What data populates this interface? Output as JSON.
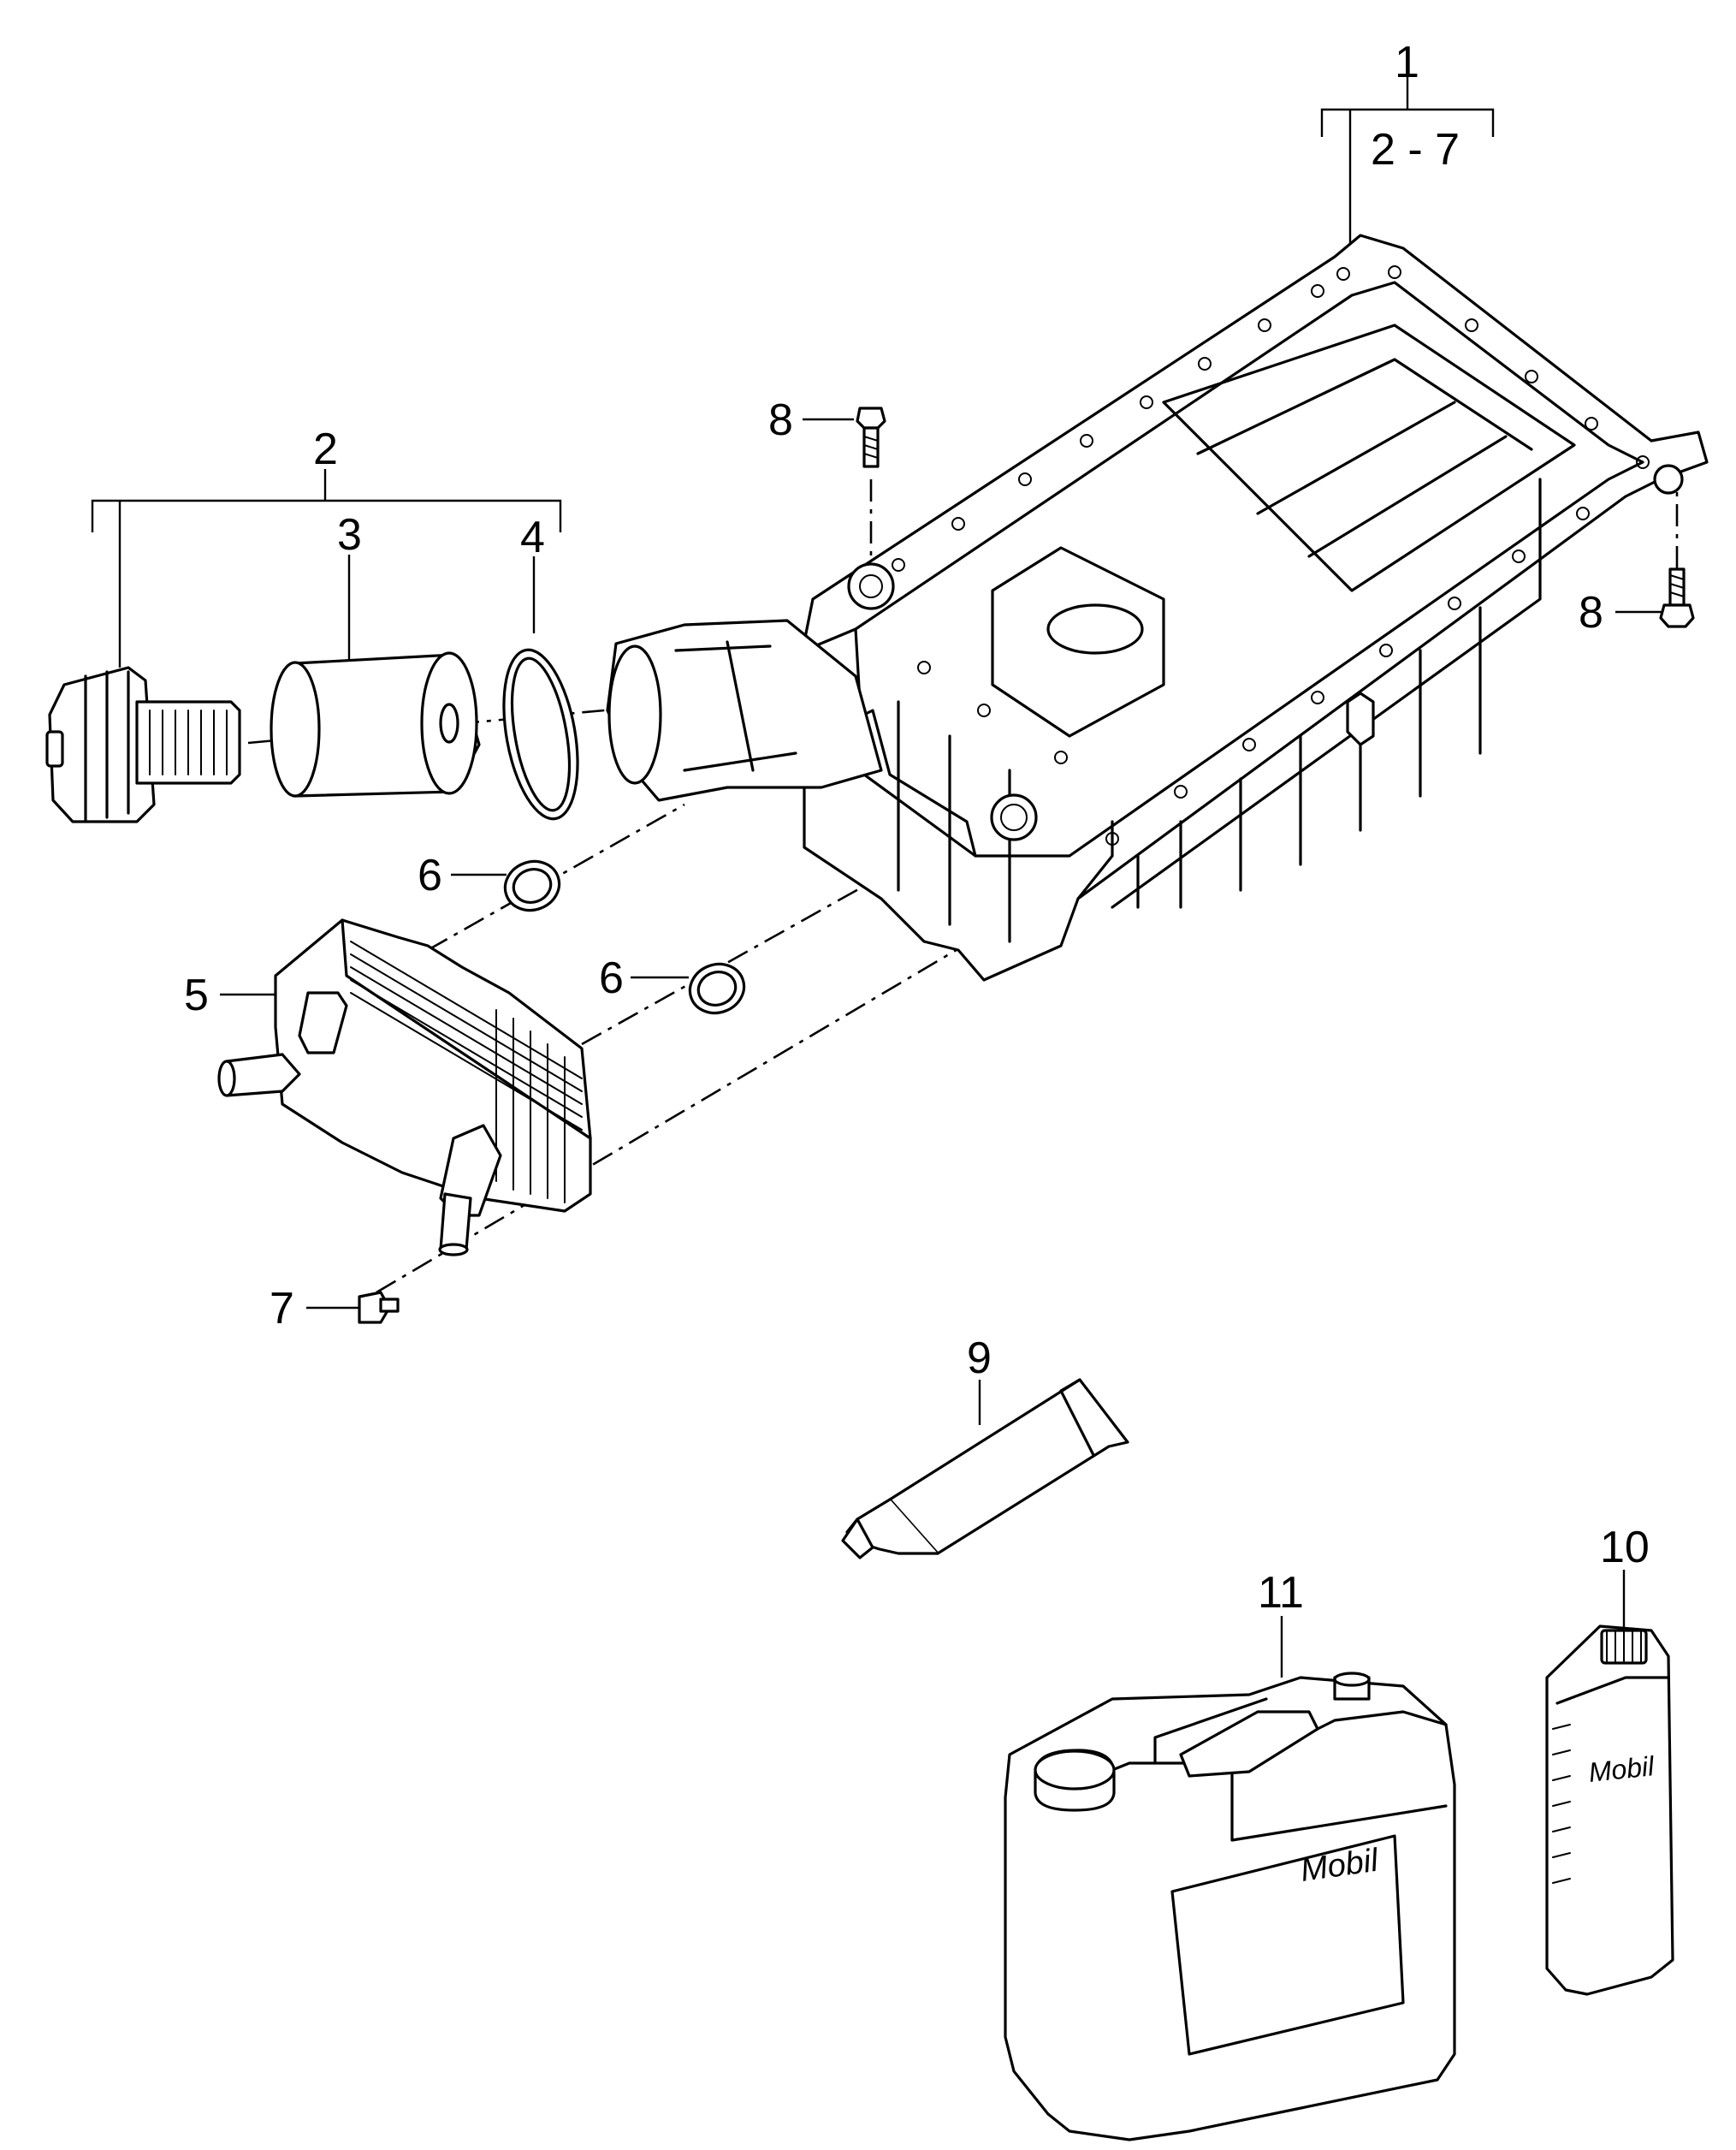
{
  "callouts": {
    "c1": "1",
    "c2_7": "2 - 7",
    "c2": "2",
    "c3": "3",
    "c4": "4",
    "c5": "5",
    "c6a": "6",
    "c6b": "6",
    "c7": "7",
    "c8a": "8",
    "c8b": "8",
    "c9": "9",
    "c10": "10",
    "c11": "11"
  },
  "labels": {
    "canister_brand": "Mobil",
    "bottle_brand": "Mobil"
  },
  "parts": [
    {
      "item": "1",
      "name": "oil-pan-assembly"
    },
    {
      "item": "2",
      "name": "oil-filter-housing-cover"
    },
    {
      "item": "3",
      "name": "oil-filter-element"
    },
    {
      "item": "4",
      "name": "o-ring-filter"
    },
    {
      "item": "5",
      "name": "oil-cooler"
    },
    {
      "item": "6",
      "name": "seal-ring"
    },
    {
      "item": "7",
      "name": "cooler-screw"
    },
    {
      "item": "8",
      "name": "pan-bolt"
    },
    {
      "item": "9",
      "name": "sealant-tube"
    },
    {
      "item": "10",
      "name": "oil-bottle"
    },
    {
      "item": "11",
      "name": "oil-canister"
    }
  ]
}
